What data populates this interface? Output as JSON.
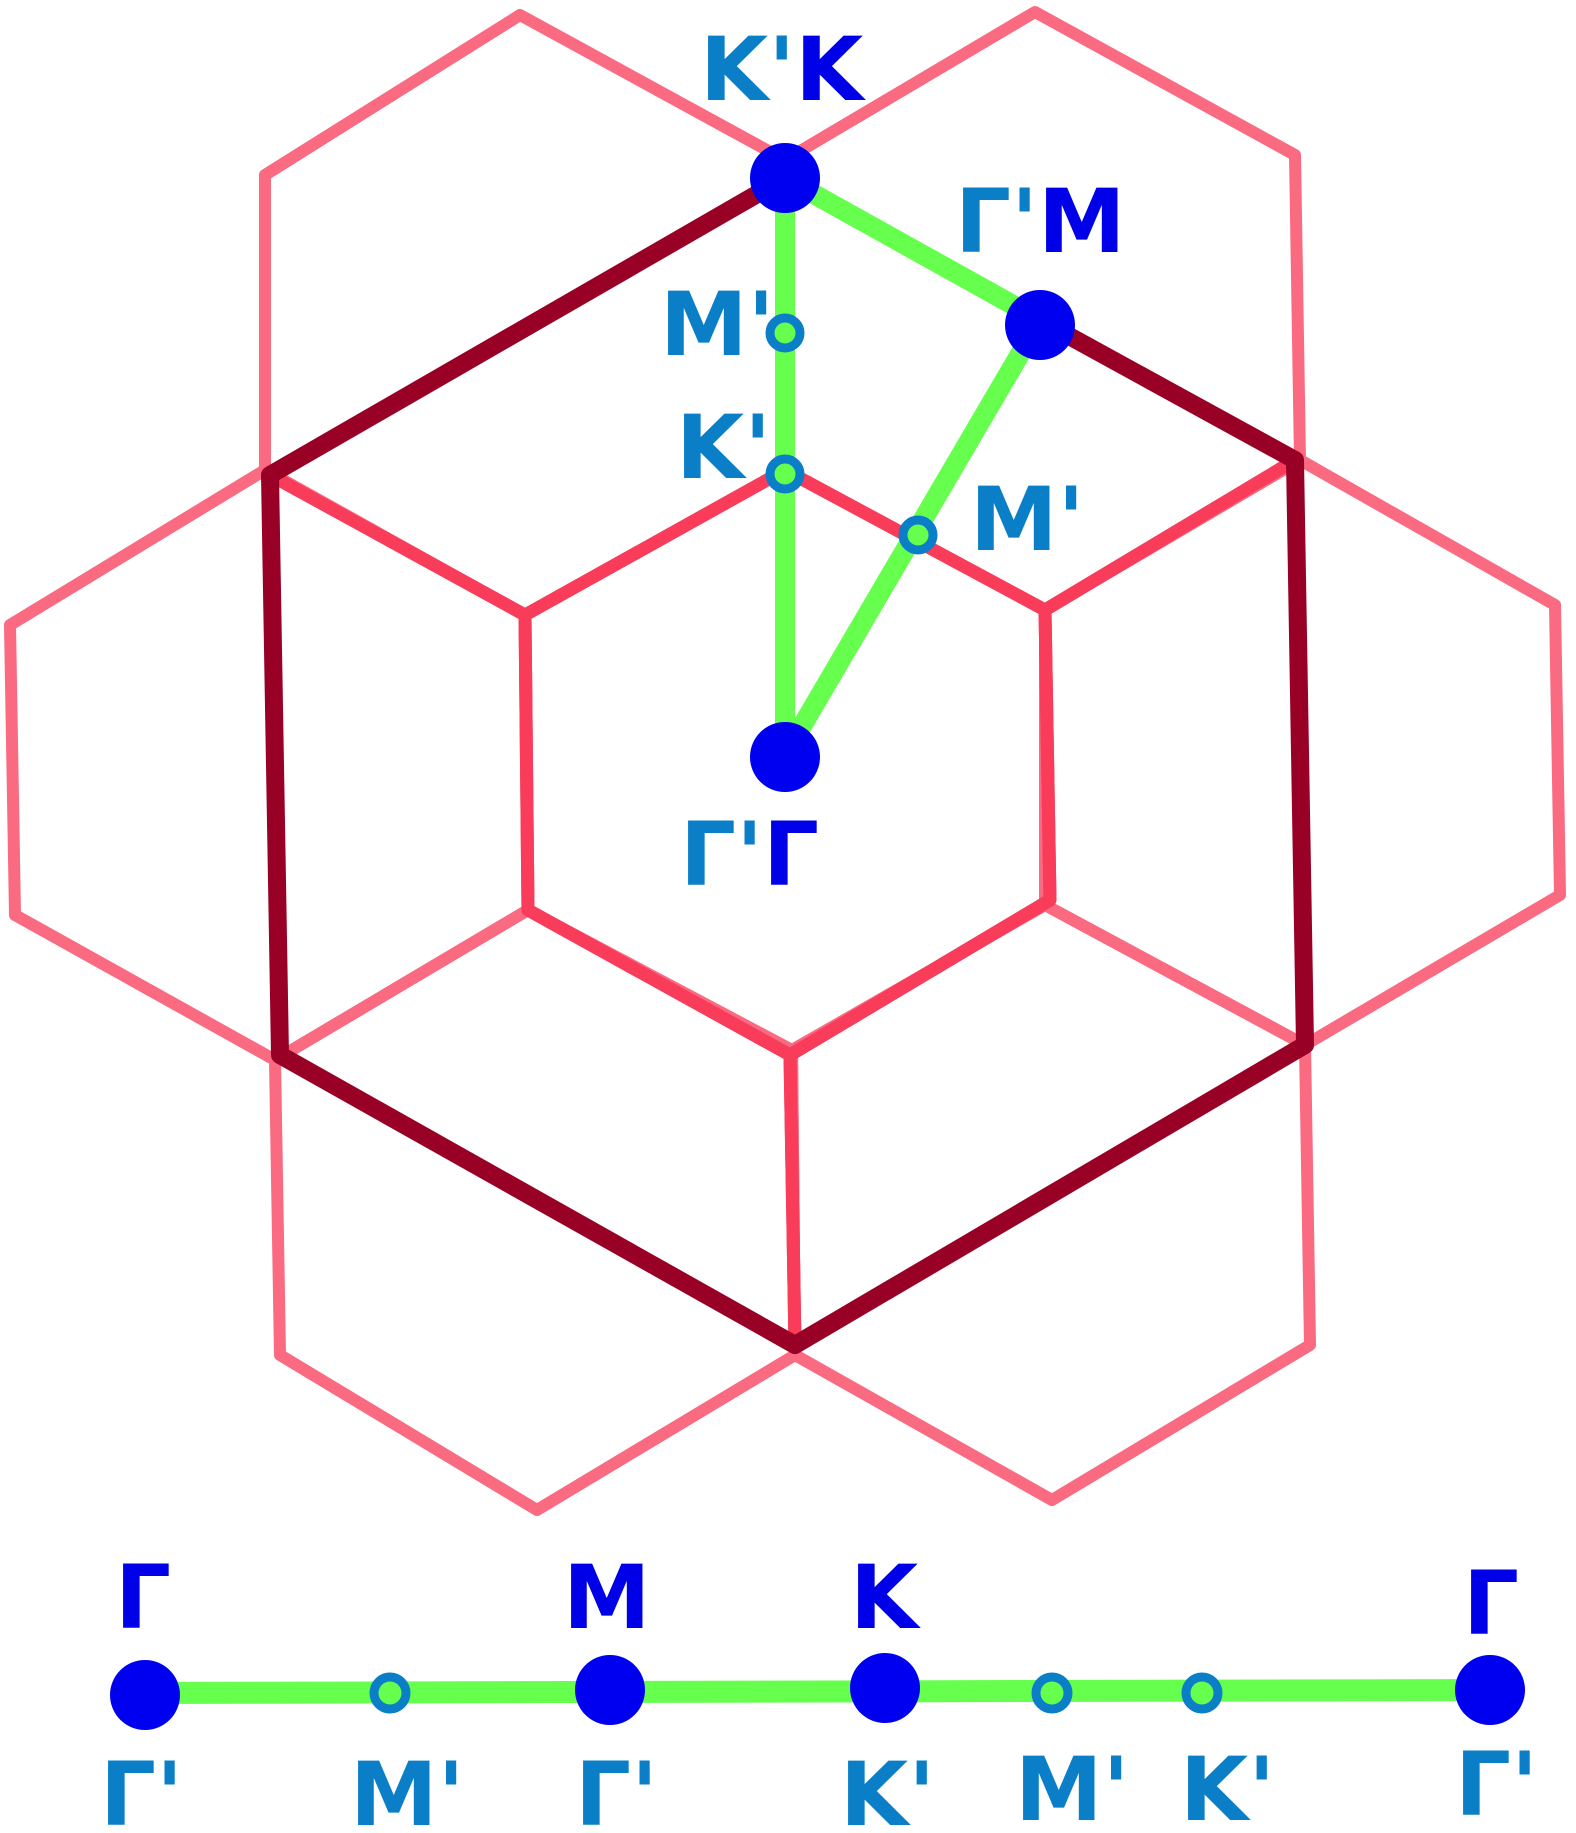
{
  "colors": {
    "outer_hexagons": "#fa6a80",
    "small_hexagons": "#f83c5a",
    "large_hexagon": "#990025",
    "path": "#66ff4d",
    "high_symmetry_point": "#0000f0",
    "folded_point_ring": "#0a7fc8",
    "folded_point_center": "#66ff4d",
    "label_primary": "#0000e8",
    "label_folded": "#0a7fc8"
  },
  "labels": {
    "top_vertex": {
      "folded": "K'",
      "primary": "K"
    },
    "edge_midpoint": {
      "folded": "Γ'",
      "primary": "M"
    },
    "center": {
      "folded": "Γ'",
      "primary": "Γ"
    },
    "upper_folded_M": "M'",
    "upper_folded_K": "K'",
    "right_folded_M": "M'"
  },
  "path_strip": {
    "primary_labels": [
      "Γ",
      "M",
      "K",
      "Γ"
    ],
    "folded_labels": [
      "Γ'",
      "M'",
      "Γ'",
      "K'",
      "M'",
      "K'",
      "Γ'"
    ]
  }
}
